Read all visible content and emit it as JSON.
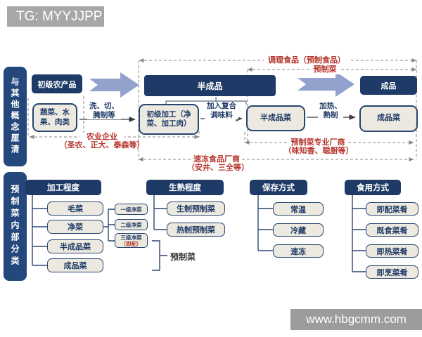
{
  "badge": {
    "text": "TG: MYYJJPP"
  },
  "watermark": {
    "text": "www.hbgcmm.com"
  },
  "sidebars": {
    "concept": "与其他概念厘清",
    "internal": "预制菜内部分类"
  },
  "flow": {
    "stages": [
      "初级农产品",
      "半成品",
      "成品"
    ],
    "boxes": [
      "蔬菜、水果、肉类",
      "初级加工（净菜、加工肉）",
      "半成品菜",
      "成品菜"
    ],
    "arrow_labels": [
      "洗、切、腌制等",
      "加入复合调味料",
      "加热、熟制"
    ]
  },
  "annotations": {
    "conditioned_food": "调理食品（预制食品）",
    "prepared_dish": "预制菜",
    "agri": {
      "title": "农业企业",
      "companies": "（圣农、正大、泰森等）"
    },
    "frozen": {
      "title": "速冻食品厂商",
      "companies": "（安井、三全等）"
    },
    "specialist": {
      "title": "预制菜专业厂商",
      "companies": "（味知香、聪厨等）"
    }
  },
  "sections": [
    {
      "title": "加工程度",
      "items": [
        "毛菜",
        "净菜",
        "半成品菜",
        "成品菜"
      ]
    },
    {
      "title": "生熟程度",
      "items": [
        "生制预制菜",
        "热制预制菜"
      ]
    },
    {
      "title": "保存方式",
      "items": [
        "常温",
        "冷藏",
        "速冻"
      ]
    },
    {
      "title": "食用方式",
      "items": [
        "即配菜肴",
        "既食菜肴",
        "即热菜肴",
        "即烹菜肴"
      ]
    }
  ],
  "clean_veg_levels": {
    "items": [
      "一级净菜",
      "二级净菜",
      "三级净菜"
    ],
    "level3_note": "（即配）",
    "brace_label": "预制菜"
  },
  "colors": {
    "navy": "#1e3a66",
    "sidebar_navy": "#24477c",
    "red": "#b5332a",
    "beige": "#ece9e0",
    "block_arrow": "#93a2cc",
    "badge_gray": "#a7a7a7",
    "watermark_gray": "#9c9c9c"
  }
}
